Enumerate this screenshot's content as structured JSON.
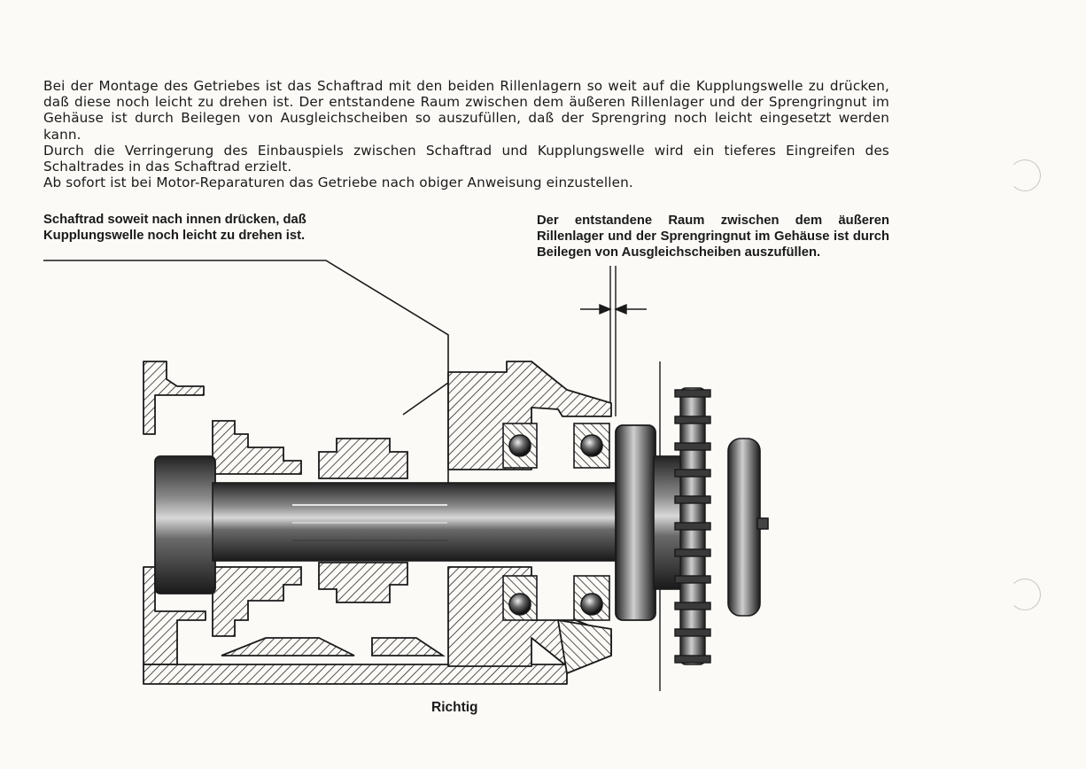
{
  "document": {
    "intro_lines": [
      "Bei der Montage des Getriebes ist das Schaftrad mit den beiden Rillenlagern so weit auf die Kupplungswelle zu drücken, daß diese noch leicht zu drehen ist. Der entstandene Raum zwischen dem äußeren Rillenlager und der Sprengringnut im Gehäuse ist durch Beilegen von Ausgleichscheiben so auszufüllen, daß der Sprengring noch leicht eingesetzt werden kann.",
      "Durch die Verringerung des Einbauspiels zwischen Schaftrad und Kupplungswelle wird ein tieferes Eingreifen des Schaltrades in das Schaftrad erzielt.",
      "Ab sofort ist bei Motor-Reparaturen das Getriebe nach obiger Anweisung einzustellen."
    ],
    "callout_left": "Schaftrad soweit nach innen drücken, daß Kupplungswelle noch leicht zu drehen ist.",
    "callout_right": "Der entstandene Raum zwischen dem äußeren Rillenlager und der Sprengringnut im Gehäuse ist durch Beilegen von Ausgleichscheiben auszufüllen.",
    "caption": "Richtig"
  },
  "colors": {
    "paper": "#fbfaf7",
    "ink": "#1a1a1a",
    "hatch": "#2a2a2a"
  }
}
